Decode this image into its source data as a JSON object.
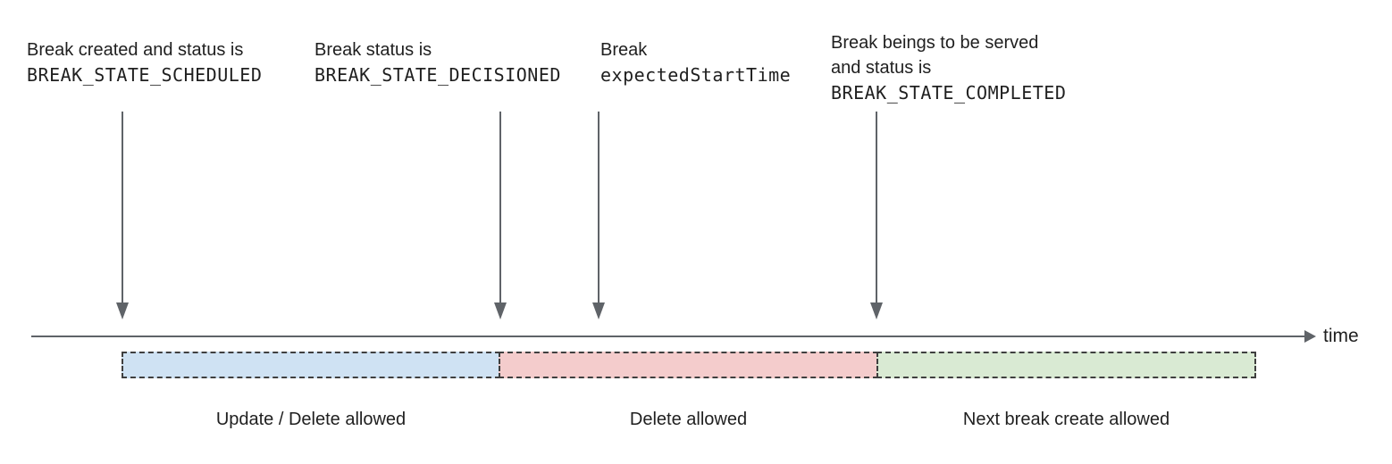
{
  "annotations": [
    {
      "text_lines": [
        "Break created and status is"
      ],
      "code_line": "BREAK_STATE_SCHEDULED"
    },
    {
      "text_lines": [
        "Break status is"
      ],
      "code_line": "BREAK_STATE_DECISIONED"
    },
    {
      "text_lines": [
        "Break"
      ],
      "code_line": "expectedStartTime"
    },
    {
      "text_lines": [
        "Break beings to be served",
        "and status is"
      ],
      "code_line": "BREAK_STATE_COMPLETED"
    }
  ],
  "timeline": {
    "axis_label": "time",
    "axis_color": "#5f6368"
  },
  "segments": [
    {
      "label": "Update / Delete allowed",
      "fill": "#cfe2f3"
    },
    {
      "label": "Delete allowed",
      "fill": "#f4cccc"
    },
    {
      "label": "Next break create allowed",
      "fill": "#d9ead3"
    }
  ],
  "border_color": "#3f3f3f"
}
